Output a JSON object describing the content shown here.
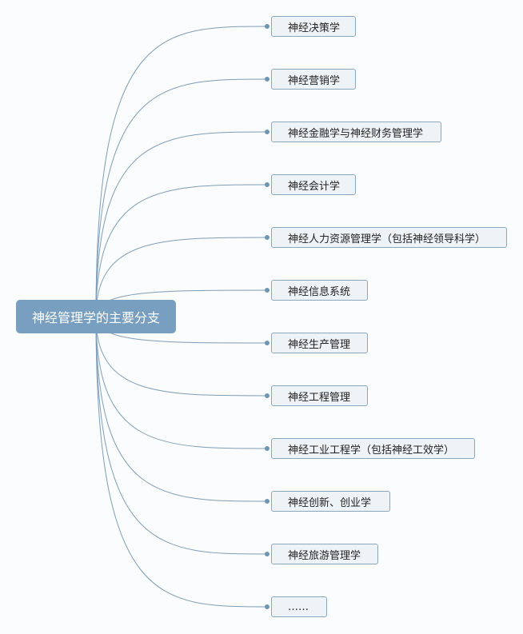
{
  "root": {
    "label": "神经管理学的主要分支"
  },
  "branches": [
    {
      "label": "神经决策学"
    },
    {
      "label": "神经营销学"
    },
    {
      "label": "神经金融学与神经财务管理学"
    },
    {
      "label": "神经会计学"
    },
    {
      "label": "神经人力资源管理学（包括神经领导科学）"
    },
    {
      "label": "神经信息系统"
    },
    {
      "label": "神经生产管理"
    },
    {
      "label": "神经工程管理"
    },
    {
      "label": "神经工业工程学（包括神经工效学）"
    },
    {
      "label": "神经创新、创业学"
    },
    {
      "label": "神经旅游管理学"
    },
    {
      "label": "……"
    }
  ],
  "colors": {
    "root": "#789fbf",
    "line": "#7f9db8",
    "node_bg": "#eef3f7",
    "node_border": "#8aa6bf"
  }
}
